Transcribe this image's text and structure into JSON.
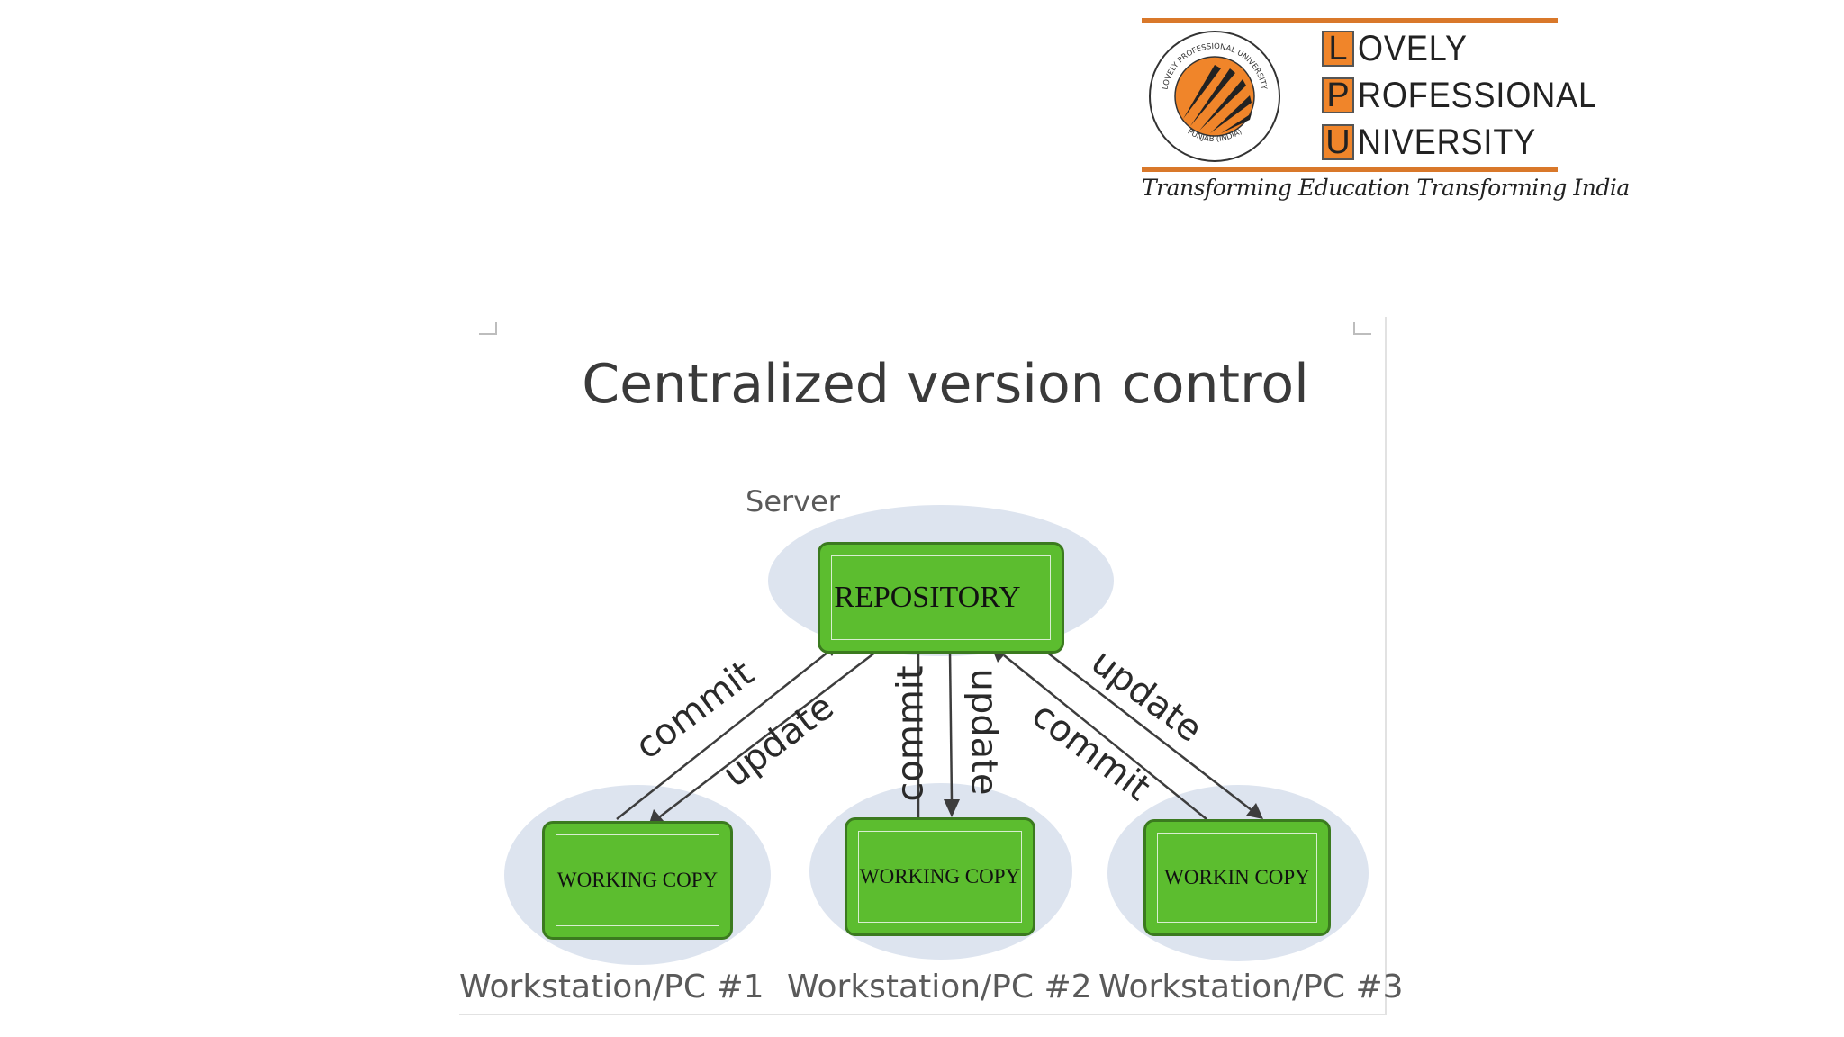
{
  "logo": {
    "seal_text_top": "LOVELY PROFESSIONAL UNIVERSITY",
    "seal_text_bottom": "PUNJAB (INDIA)",
    "rows": [
      {
        "initial": "L",
        "rest": "OVELY"
      },
      {
        "initial": "P",
        "rest": "ROFESSIONAL"
      },
      {
        "initial": "U",
        "rest": "NIVERSITY"
      }
    ],
    "tagline": "Transforming Education Transforming India",
    "colors": {
      "orange": "#f0852a",
      "rule": "#d9782a",
      "dark": "#222222"
    }
  },
  "diagram": {
    "title": "Centralized version control",
    "server_label": "Server",
    "repository_label": "REPOSITORY",
    "workstations": [
      {
        "box_label": "WORKING COPY",
        "caption": "Workstation/PC #1"
      },
      {
        "box_label": "WORKING COPY",
        "caption": "Workstation/PC #2"
      },
      {
        "box_label": "WORKIN COPY",
        "caption": "Workstation/PC #3"
      }
    ],
    "arrow_labels": {
      "ws1_commit": "commit",
      "ws1_update": "update",
      "ws2_commit": "commit",
      "ws2_update": "update",
      "ws3_commit": "commit",
      "ws3_update": "update"
    },
    "colors": {
      "box_fill": "#5cbd2f",
      "box_border": "#3b7a1f",
      "halo": "#dde4ef",
      "arrow": "#3d3d3d"
    }
  }
}
